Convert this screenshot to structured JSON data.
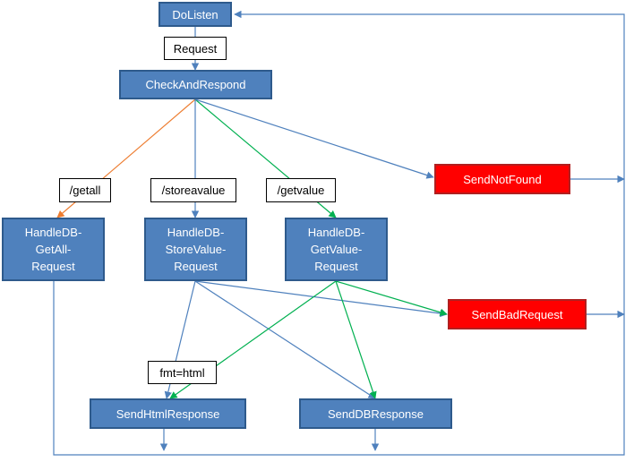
{
  "colors": {
    "node_fill": "#4f81bd",
    "error_fill": "#ff0000",
    "blue_edge": "#4f81bd",
    "green_edge": "#00b050",
    "orange_edge": "#ed7d31"
  },
  "nodes": {
    "dolisten": "DoListen",
    "checkandrespond": "CheckAndRespond",
    "sendnotfound": "SendNotFound",
    "handledb_getall": "HandleDB-\nGetAll-\nRequest",
    "handledb_storevalue": "HandleDB-\nStoreValue-\nRequest",
    "handledb_getvalue": "HandleDB-\nGetValue-\nRequest",
    "sendbadrequest": "SendBadRequest",
    "sendhtmlresponse": "SendHtmlResponse",
    "senddbresponse": "SendDBResponse"
  },
  "labels": {
    "request": "Request",
    "getall": "/getall",
    "storevalue": "/storeavalue",
    "getvalue": "/getvalue",
    "fmt_html": "fmt=html"
  }
}
